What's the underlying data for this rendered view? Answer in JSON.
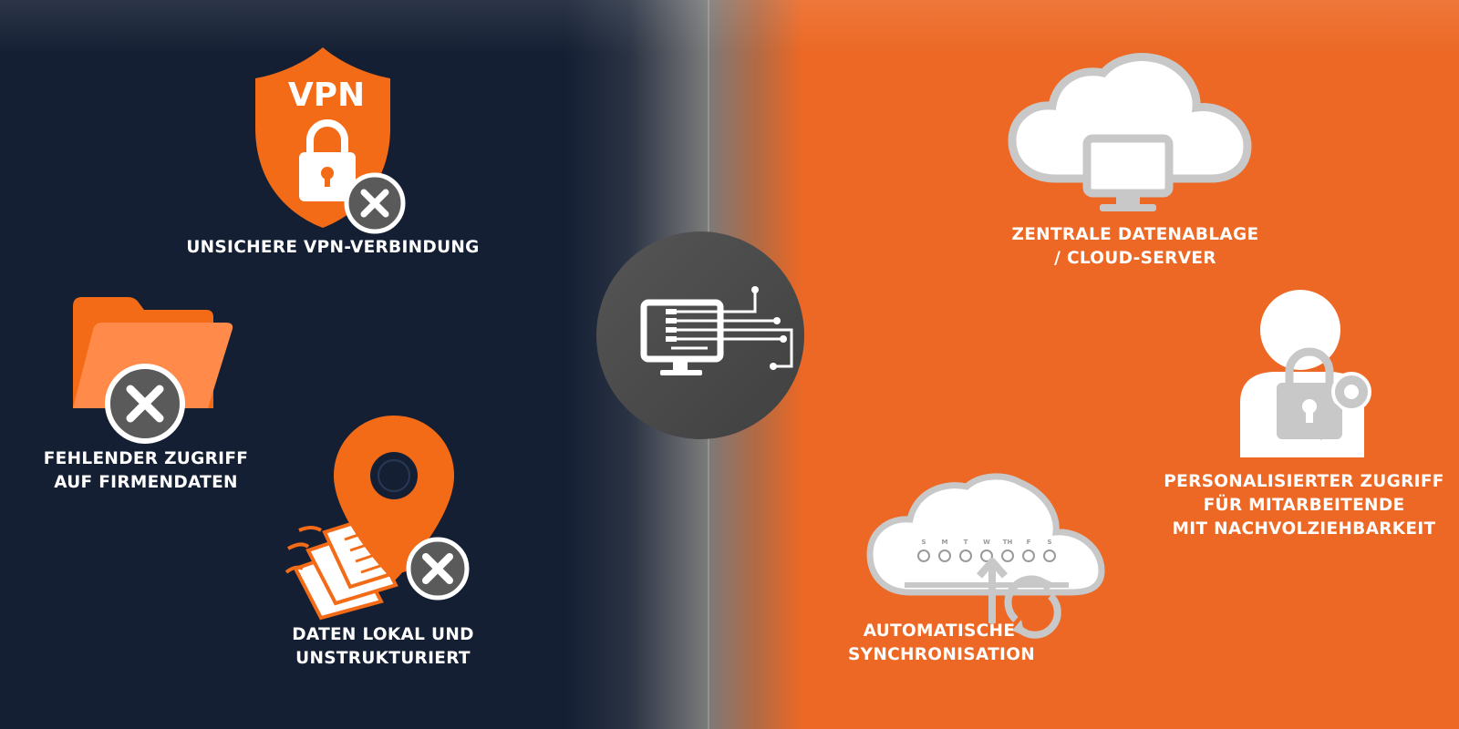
{
  "colors": {
    "navy": "#141f33",
    "orange": "#ec6824",
    "orange_icon": "#f36b16",
    "grey_badge": "#5a5a5a",
    "white": "#ffffff",
    "light_grey": "#c8c8c8"
  },
  "center": {
    "icon": "computer-network-icon"
  },
  "left_items": [
    {
      "icon": "vpn-shield-lock-icon",
      "badge": "x-mark-icon",
      "shield_text": "VPN",
      "lines": [
        "UNSICHERE VPN-VERBINDUNG"
      ]
    },
    {
      "icon": "folder-icon",
      "badge": "x-mark-icon",
      "lines": [
        "FEHLENDER ZUGRIFF",
        "AUF FIRMENDATEN"
      ]
    },
    {
      "icon": "location-pin-papers-icon",
      "badge": "x-mark-icon",
      "lines": [
        "DATEN LOKAL UND",
        "UNSTRUKTURIERT"
      ]
    }
  ],
  "right_items": [
    {
      "icon": "cloud-monitor-icon",
      "lines": [
        "ZENTRALE DATENABLAGE",
        "/ CLOUD-SERVER"
      ]
    },
    {
      "icon": "user-lock-key-icon",
      "lines": [
        "PERSONALISIERTER ZUGRIFF",
        "FÜR MITARBEITENDE",
        "MIT NACHVOLZIEHBARKEIT"
      ]
    },
    {
      "icon": "cloud-sync-calendar-icon",
      "week_days": [
        "S",
        "M",
        "T",
        "W",
        "TH",
        "F",
        "S"
      ],
      "lines": [
        "AUTOMATISCHE",
        "SYNCHRONISATION"
      ]
    }
  ]
}
